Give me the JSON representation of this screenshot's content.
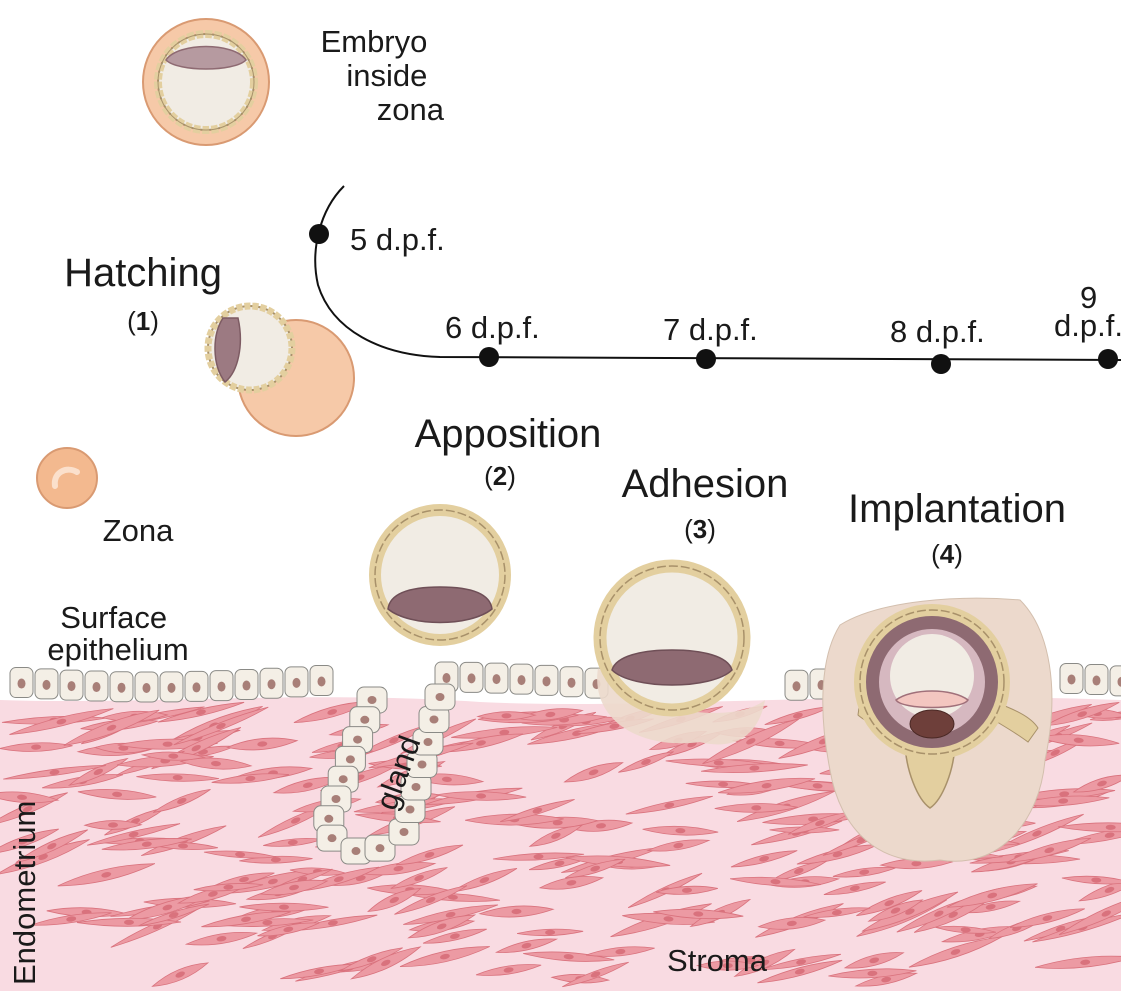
{
  "labels": {
    "embryo_inside_zona": [
      "Embryo",
      "inside",
      "zona"
    ],
    "hatching": "Hatching",
    "hatching_step": "1",
    "zona": "Zona",
    "apposition": "Apposition",
    "apposition_step": "2",
    "adhesion": "Adhesion",
    "adhesion_step": "3",
    "implantation": "Implantation",
    "implantation_step": "4",
    "surface_epithelium": [
      "Surface",
      "epithelium"
    ],
    "gland": "gland",
    "endometrium": "Endometrium",
    "stroma": "Stroma"
  },
  "timeline": {
    "points": [
      {
        "label": "5 d.p.f."
      },
      {
        "label": "6 d.p.f."
      },
      {
        "label": "7 d.p.f."
      },
      {
        "label": "8 d.p.f."
      },
      {
        "label_lines": [
          "9",
          "d.p.f."
        ]
      }
    ]
  },
  "colors": {
    "zona": "#f6c9a8",
    "zona_edge": "#d99a72",
    "trophectoderm": "#e3cf9f",
    "trophectoderm_edge": "#a8916a",
    "blastocoel": "#f1ece4",
    "inner_cell_mass": "#8e6a72",
    "epithelium_cell": "#f4efe6",
    "epithelium_edge": "#8a8a86",
    "nucleus": "#a87f78",
    "stroma_bg": "#f9dbe2",
    "stroma_cell": "#ec9aa3",
    "stroma_cell_edge": "#d9727d",
    "implant_tissue": "#ecd9cc",
    "timeline": "#111111"
  }
}
